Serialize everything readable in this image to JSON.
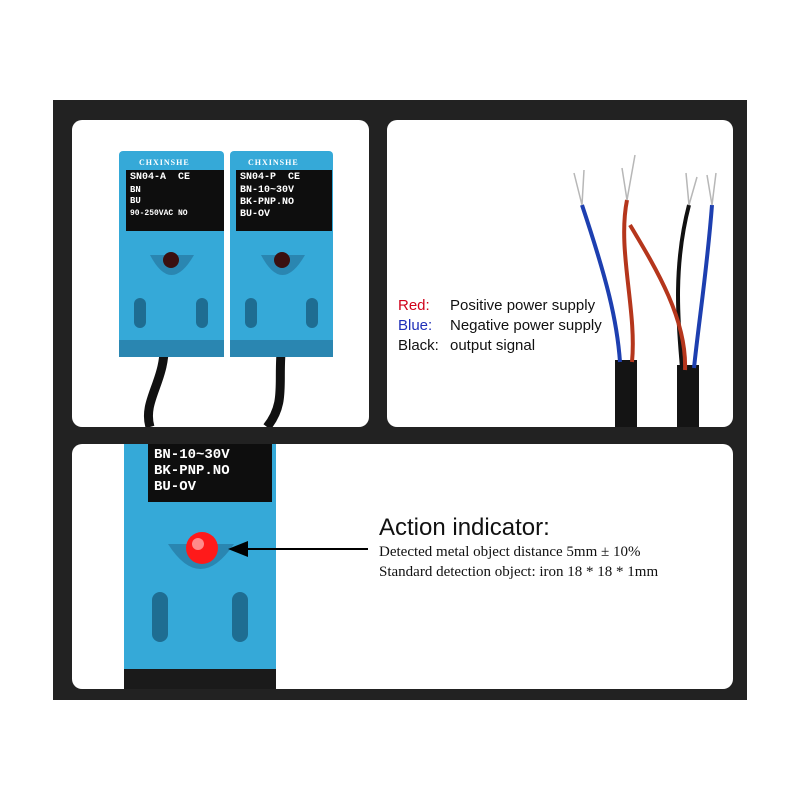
{
  "colors": {
    "sensor_body": "#35a9d8",
    "sensor_dark": "#2a86b1",
    "frame": "#222222",
    "red_label": "#d0021b",
    "blue_label": "#1f2fb8",
    "wire_red": "#b5361c",
    "wire_blue": "#1d3fb0",
    "wire_black": "#111111",
    "led_red": "#ff1a1a"
  },
  "sensor_a": {
    "brand": "CHXINSHE",
    "model": "SN04-A  CE",
    "line1": "BN",
    "line2": "BU",
    "line3": "90-250VAC NO"
  },
  "sensor_p": {
    "brand": "CHXINSHE",
    "model": "SN04-P  CE",
    "line1": "BN-10~30V",
    "line2": "BK-PNP.NO",
    "line3": "BU-OV"
  },
  "wiring_legend": [
    {
      "key": "Red:",
      "value": "Positive power supply",
      "color": "#d0021b"
    },
    {
      "key": "Blue:",
      "value": "Negative power supply",
      "color": "#1f2fb8"
    },
    {
      "key": "Black:",
      "value": "output signal",
      "color": "#111111"
    }
  ],
  "closeup_plate": {
    "line1": "BN-10~30V",
    "line2": "BK-PNP.NO",
    "line3": "BU-OV"
  },
  "action": {
    "title": "Action indicator:",
    "line1": "Detected metal object distance 5mm ± 10%",
    "line2": "Standard detection object: iron 18 * 18 * 1mm"
  }
}
